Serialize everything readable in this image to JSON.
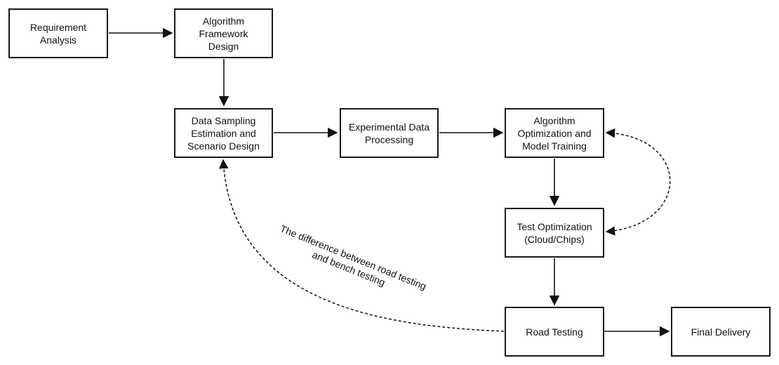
{
  "nodes": {
    "requirement_analysis": "Requirement Analysis",
    "algorithm_framework_design": "Algorithm Framework\nDesign",
    "data_sampling": "Data Sampling\nEstimation and\nScenario Design",
    "experimental_data_processing": "Experimental Data\nProcessing",
    "algorithm_optimization": "Algorithm\nOptimization and\nModel Training",
    "test_optimization": "Test Optimization\n(Cloud/Chips)",
    "road_testing": "Road Testing",
    "final_delivery": "Final Delivery"
  },
  "edge_labels": {
    "road_vs_bench": "The difference between road testing\nand bench testing"
  },
  "edges": [
    {
      "from": "requirement_analysis",
      "to": "algorithm_framework_design",
      "style": "solid"
    },
    {
      "from": "algorithm_framework_design",
      "to": "data_sampling",
      "style": "solid"
    },
    {
      "from": "data_sampling",
      "to": "experimental_data_processing",
      "style": "solid"
    },
    {
      "from": "experimental_data_processing",
      "to": "algorithm_optimization",
      "style": "solid"
    },
    {
      "from": "algorithm_optimization",
      "to": "test_optimization",
      "style": "solid"
    },
    {
      "from": "test_optimization",
      "to": "road_testing",
      "style": "solid"
    },
    {
      "from": "road_testing",
      "to": "final_delivery",
      "style": "solid"
    },
    {
      "from": "algorithm_optimization",
      "to": "test_optimization",
      "style": "dashed",
      "direction": "both"
    },
    {
      "from": "road_testing",
      "to": "data_sampling",
      "style": "dashed",
      "label": "road_vs_bench"
    }
  ]
}
